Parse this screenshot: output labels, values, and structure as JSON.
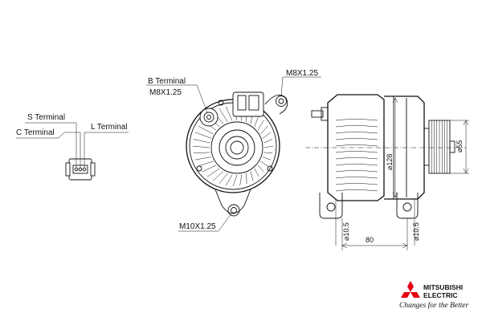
{
  "labels": {
    "s_terminal": "S Terminal",
    "c_terminal": "C Terminal",
    "l_terminal": "L Terminal",
    "b_terminal": "B Terminal",
    "b_thread": "M8X1.25",
    "top_thread": "M8X1.25",
    "bottom_thread": "M10X1.25"
  },
  "dimensions": {
    "pulley_dia": "55",
    "body_dia": "128",
    "length": "80",
    "left_ear": "10.5",
    "right_ear": "10.5"
  },
  "brand": {
    "line1": "MITSUBISHI",
    "line2": "ELECTRIC",
    "tagline": "Changes for the Better",
    "color": "#e60012"
  },
  "icons": [
    "connector-icon",
    "mitsubishi-logo-icon"
  ]
}
